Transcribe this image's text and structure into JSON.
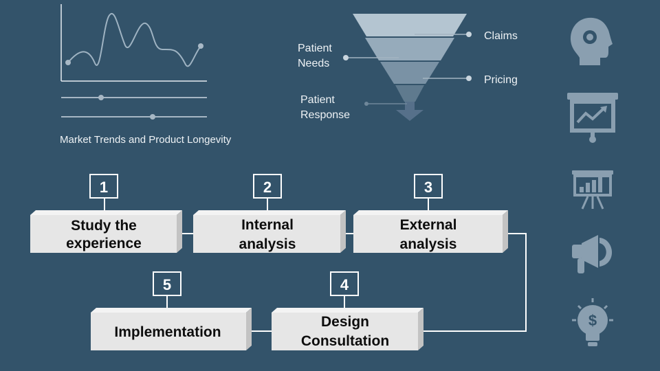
{
  "top_chart": {
    "caption": "Market Trends and Product Longevity"
  },
  "funnel": {
    "labels": {
      "claims": "Claims",
      "patient_needs": [
        "Patient",
        "Needs"
      ],
      "pricing": "Pricing",
      "patient_response": [
        "Patient",
        "Response"
      ]
    }
  },
  "process": {
    "steps": [
      {
        "number": "1",
        "label": [
          "Study the",
          "experience"
        ]
      },
      {
        "number": "2",
        "label": [
          "Internal",
          "analysis"
        ]
      },
      {
        "number": "3",
        "label": [
          "External",
          "analysis"
        ]
      },
      {
        "number": "4",
        "label": [
          "Design",
          "Consultation"
        ]
      },
      {
        "number": "5",
        "label": [
          "Implementation"
        ]
      }
    ]
  },
  "side_icons": [
    "head-gear-icon",
    "presentation-chart-icon",
    "bar-chart-easel-icon",
    "megaphone-icon",
    "lightbulb-dollar-icon"
  ],
  "colors": {
    "background": "#33536a",
    "box_face": "#e6e6e6",
    "box_side": "#c3c3c3",
    "connector": "#ffffff",
    "icon": "#8a9fb0"
  }
}
